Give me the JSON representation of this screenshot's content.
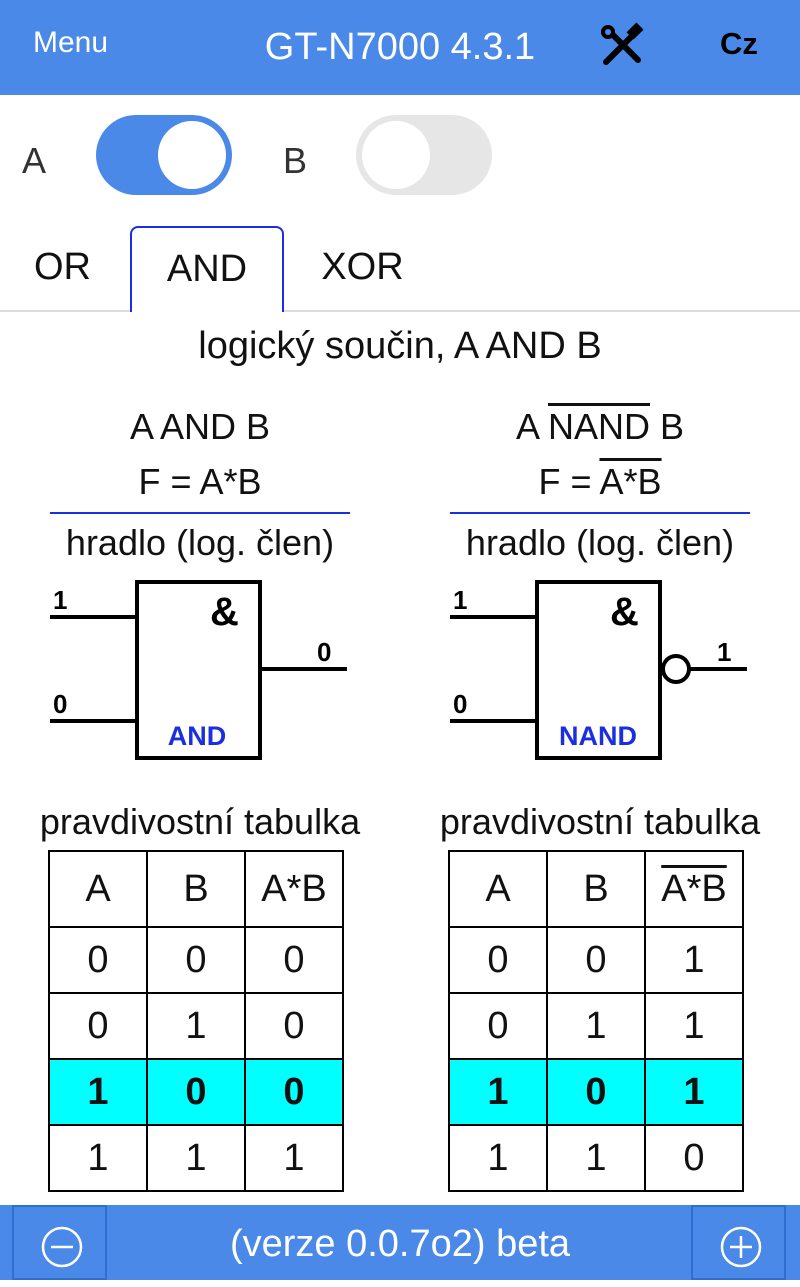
{
  "header": {
    "menu_label": "Menu",
    "title": "GT-N7000 4.3.1",
    "tools_icon": "tools-icon",
    "lang_label": "Cz"
  },
  "toggles": {
    "a_label": "A",
    "a_state": "on",
    "b_label": "B",
    "b_state": "off"
  },
  "tabs": [
    {
      "label": "OR",
      "active": false
    },
    {
      "label": "AND",
      "active": true
    },
    {
      "label": "XOR",
      "active": false
    }
  ],
  "subtitle": "logický součin, A AND B",
  "left": {
    "expr": "A AND B",
    "formula_prefix": "F = ",
    "formula": "A*B",
    "gate_title": "hradlo (log. člen)",
    "gate": {
      "in1": "1",
      "in2": "0",
      "out": "0",
      "symbol": "&",
      "name": "AND"
    },
    "table_title": "pravdivostní tabulka",
    "table": {
      "headers": [
        "A",
        "B",
        "A*B"
      ],
      "rows": [
        [
          "0",
          "0",
          "0"
        ],
        [
          "0",
          "1",
          "0"
        ],
        [
          "1",
          "0",
          "0"
        ],
        [
          "1",
          "1",
          "1"
        ]
      ],
      "highlight_row": 2
    }
  },
  "right": {
    "expr_a": "A ",
    "expr_nand": "NAND",
    "expr_b": " B",
    "formula_prefix": "F = ",
    "formula": "A*B",
    "gate_title": "hradlo (log. člen)",
    "gate": {
      "in1": "1",
      "in2": "0",
      "out": "1",
      "symbol": "&",
      "name": "NAND"
    },
    "table_title": "pravdivostní tabulka",
    "table": {
      "headers": [
        "A",
        "B",
        "A*B"
      ],
      "rows": [
        [
          "0",
          "0",
          "1"
        ],
        [
          "0",
          "1",
          "1"
        ],
        [
          "1",
          "0",
          "1"
        ],
        [
          "1",
          "1",
          "0"
        ]
      ],
      "highlight_row": 2
    }
  },
  "footer": {
    "version": "(verze 0.0.7o2) beta",
    "minus_icon": "zoom-out-icon",
    "plus_icon": "zoom-in-icon"
  },
  "colors": {
    "accent": "#4a89e8",
    "highlight": "#00ffff",
    "gate_name": "#1a2fe0"
  }
}
